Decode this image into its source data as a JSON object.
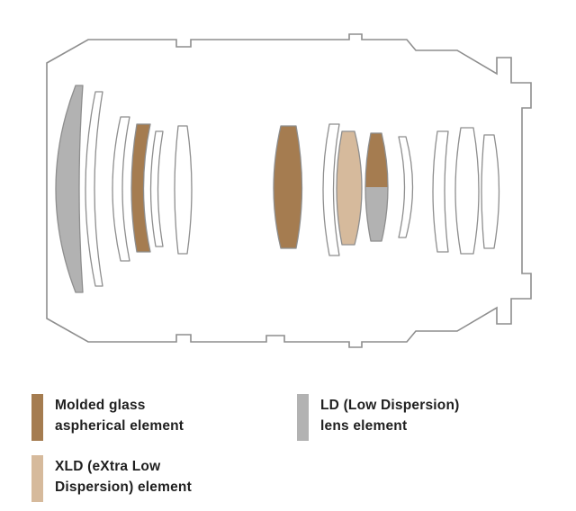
{
  "diagram": {
    "name": "Lens construction cross-section",
    "colors": {
      "aspherical": "#A57C50",
      "xld": "#D6BA9C",
      "ld": "#B2B2B2",
      "outline": "#8E8E8E"
    }
  },
  "legend": {
    "items": [
      {
        "id": "aspherical",
        "lines": [
          "Molded glass",
          "aspherical element"
        ]
      },
      {
        "id": "xld",
        "lines": [
          "XLD (eXtra Low",
          "Dispersion) element"
        ]
      },
      {
        "id": "ld",
        "lines": [
          "LD (Low Dispersion)",
          "lens element"
        ]
      }
    ]
  }
}
